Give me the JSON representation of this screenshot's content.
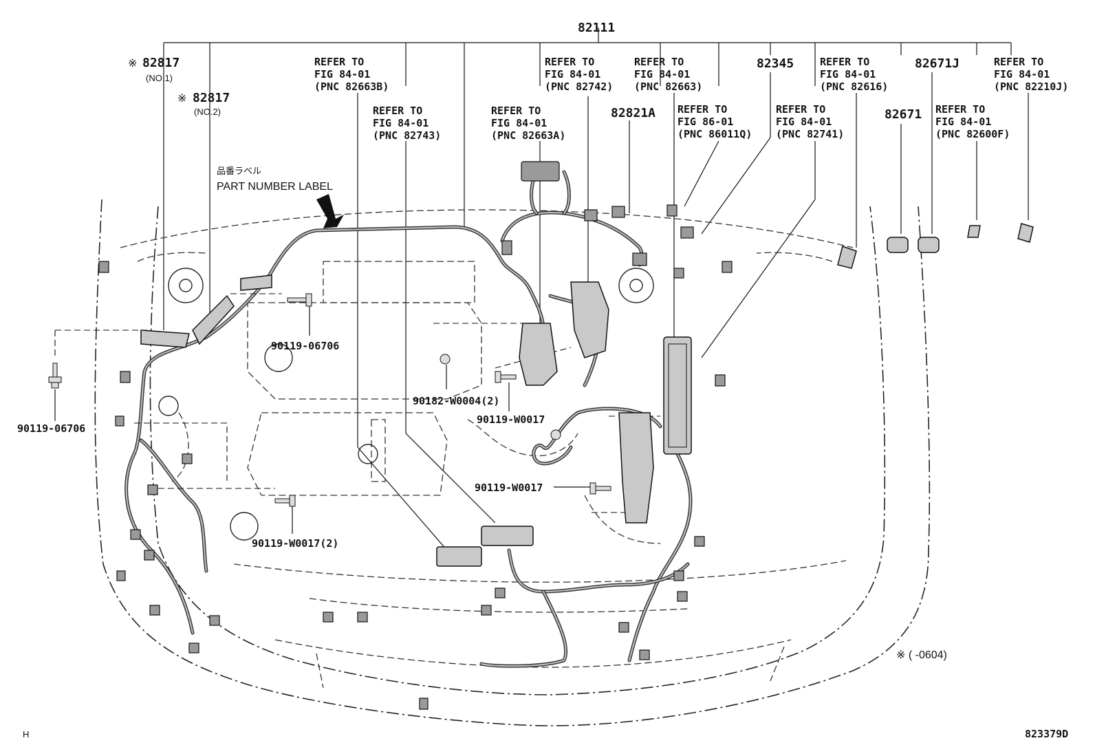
{
  "part_numbers": {
    "main_harness": "82111",
    "label_1": "82817",
    "label_1_sub": "(NO.1)",
    "label_2": "82817",
    "label_2_sub": "(NO.2)",
    "p82345": "82345",
    "p82671J": "82671J",
    "p82821A": "82821A",
    "p82671": "82671",
    "note_mark": "※"
  },
  "refer_labels": [
    {
      "l1": "REFER TO",
      "l2": "FIG 84-01",
      "l3": "(PNC 82663B)"
    },
    {
      "l1": "REFER TO",
      "l2": "FIG 84-01",
      "l3": "(PNC 82743)"
    },
    {
      "l1": "REFER TO",
      "l2": "FIG 84-01",
      "l3": "(PNC 82663A)"
    },
    {
      "l1": "REFER TO",
      "l2": "FIG 84-01",
      "l3": "(PNC 82742)"
    },
    {
      "l1": "REFER TO",
      "l2": "FIG 84-01",
      "l3": "(PNC 82663)"
    },
    {
      "l1": "REFER TO",
      "l2": "FIG 86-01",
      "l3": "(PNC 86011Q)"
    },
    {
      "l1": "REFER TO",
      "l2": "FIG 84-01",
      "l3": "(PNC 82741)"
    },
    {
      "l1": "REFER TO",
      "l2": "FIG 84-01",
      "l3": "(PNC 82616)"
    },
    {
      "l1": "REFER TO",
      "l2": "FIG 84-01",
      "l3": "(PNC 82600F)"
    },
    {
      "l1": "REFER TO",
      "l2": "FIG 84-01",
      "l3": "(PNC 82210J)"
    }
  ],
  "part_label": {
    "jp": "品番ラベル",
    "en": "PART NUMBER LABEL"
  },
  "bolts": {
    "b1": "90119-06706",
    "b2": "90119-06706",
    "b3": "90182-W0004(2)",
    "b4": "90119-W0017",
    "b5": "90119-W0017",
    "b6": "90119-W0017(2)"
  },
  "footnote": "※ (     -0604)",
  "corner_left": "H",
  "figure_code": "823379D"
}
